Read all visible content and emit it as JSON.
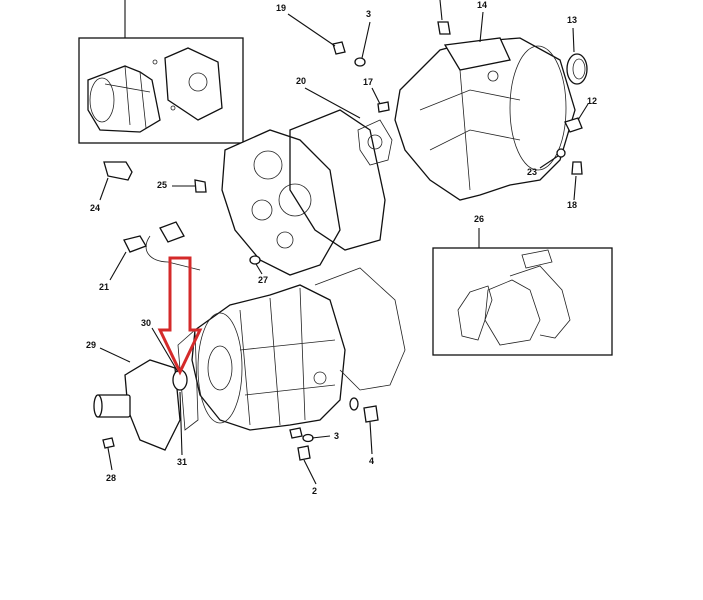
{
  "diagram": {
    "title": "Transmission case exploded view",
    "callouts": {
      "c19": "19",
      "c3a": "3",
      "c14": "14",
      "c13": "13",
      "c12": "12",
      "c20": "20",
      "c17": "17",
      "c23": "23",
      "c18": "18",
      "c25": "25",
      "c24": "24",
      "c26": "26",
      "c27": "27",
      "c21": "21",
      "c30": "30",
      "c29": "29",
      "c31": "31",
      "c28": "28",
      "c3b": "3",
      "c4": "4",
      "c2": "2"
    },
    "highlight_color": "#d42a2a"
  }
}
